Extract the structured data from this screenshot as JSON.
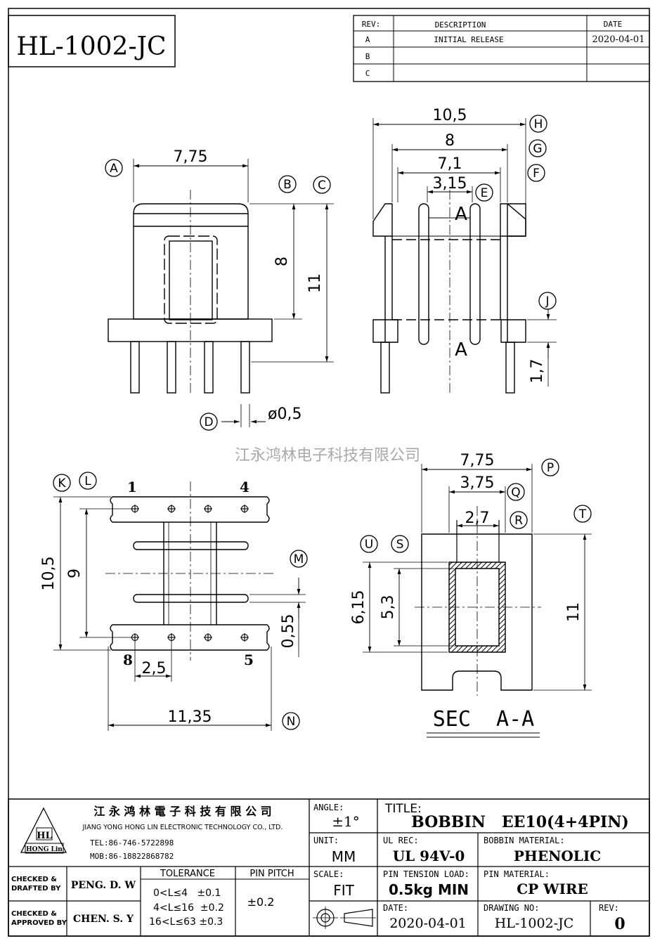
{
  "drawing_number": "HL-1002-JC",
  "revision_table": {
    "headers": {
      "rev": "REV:",
      "description": "DESCRIPTION",
      "date": "DATE"
    },
    "rows": [
      {
        "rev": "A",
        "description": "INITIAL RELEASE",
        "date": "2020-04-01"
      },
      {
        "rev": "B",
        "description": "",
        "date": ""
      },
      {
        "rev": "C",
        "description": "",
        "date": ""
      }
    ]
  },
  "dims": {
    "front_width": "7,75",
    "front_height_8": "8",
    "front_height_11": "11",
    "pin_dia": "ø0,5",
    "side_10_5": "10,5",
    "side_8": "8",
    "side_7_1": "7,1",
    "side_3_15": "3,15",
    "side_1_7": "1,7",
    "section_mark": "A",
    "bottom_10_5": "10,5",
    "bottom_9": "9",
    "bottom_2_5": "2,5",
    "bottom_0_55": "0,55",
    "bottom_11_35": "11,35",
    "sec_7_75": "7,75",
    "sec_3_75": "3,75",
    "sec_2_7": "2,7",
    "sec_6_15": "6,15",
    "sec_5_3": "5,3",
    "sec_11": "11"
  },
  "balloons": {
    "A": "A",
    "B": "B",
    "C": "C",
    "D": "D",
    "E": "E",
    "F": "F",
    "G": "G",
    "H": "H",
    "J": "J",
    "K": "K",
    "L": "L",
    "M": "M",
    "N": "N",
    "P": "P",
    "Q": "Q",
    "R": "R",
    "S": "S",
    "T": "T",
    "U": "U"
  },
  "pin_numbers": {
    "p1": "1",
    "p4": "4",
    "p8": "8",
    "p5": "5"
  },
  "section_label": "SEC  A-A",
  "watermark": "江永鸿林电子科技有限公司",
  "title_block": {
    "company_cn": "江 永 鸿 林 電 子 科 技 有 限 公 司",
    "company_en": "JIANG YONG HONG LIN ELECTRONIC TECHNOLOGY CO., LTD.",
    "logo_text": "HL",
    "logo_sub": "HONG Lin",
    "tel": "TEL:86-746-5722898",
    "mob": "MOB:86-18822868782",
    "angle_label": "ANGLE:",
    "angle_value": "±1°",
    "unit_label": "UNIT:",
    "unit_value": "MM",
    "scale_label": "SCALE:",
    "scale_value": "FIT",
    "title_label": "TITLE:",
    "title_value": "BOBBIN   EE10(4+4PIN)",
    "ul_label": "UL REC:",
    "ul_value": "UL 94V-0",
    "material_label": "BOBBIN MATERIAL:",
    "material_value": "PHENOLIC",
    "tension_label": "PIN TENSION LOAD:",
    "tension_value": "0.5kg MIN",
    "pin_material_label": "PIN MATERIAL:",
    "pin_material_value": "CP WIRE",
    "date_label": "DATE:",
    "date_value": "2020-04-01",
    "drawing_no_label": "DRAWING NO:",
    "drawing_no_value": "HL-1002-JC",
    "rev_label": "REV:",
    "rev_value": "0",
    "checked_drafted_label_1": "CHECKED &",
    "checked_drafted_label_2": "DRAFTED BY",
    "checked_drafted_value": "PENG. D. W",
    "checked_approved_label_1": "CHECKED &",
    "checked_approved_label_2": "APPROVED BY",
    "checked_approved_value": "CHEN. S. Y",
    "tolerance_label": "TOLERANCE",
    "tolerance_rows": [
      "0<L≤4   ±0.1",
      "4<L≤16  ±0.2",
      "16<L≤63 ±0.3"
    ],
    "pin_pitch_label": "PIN PITCH",
    "pin_pitch_value": "±0.2"
  }
}
